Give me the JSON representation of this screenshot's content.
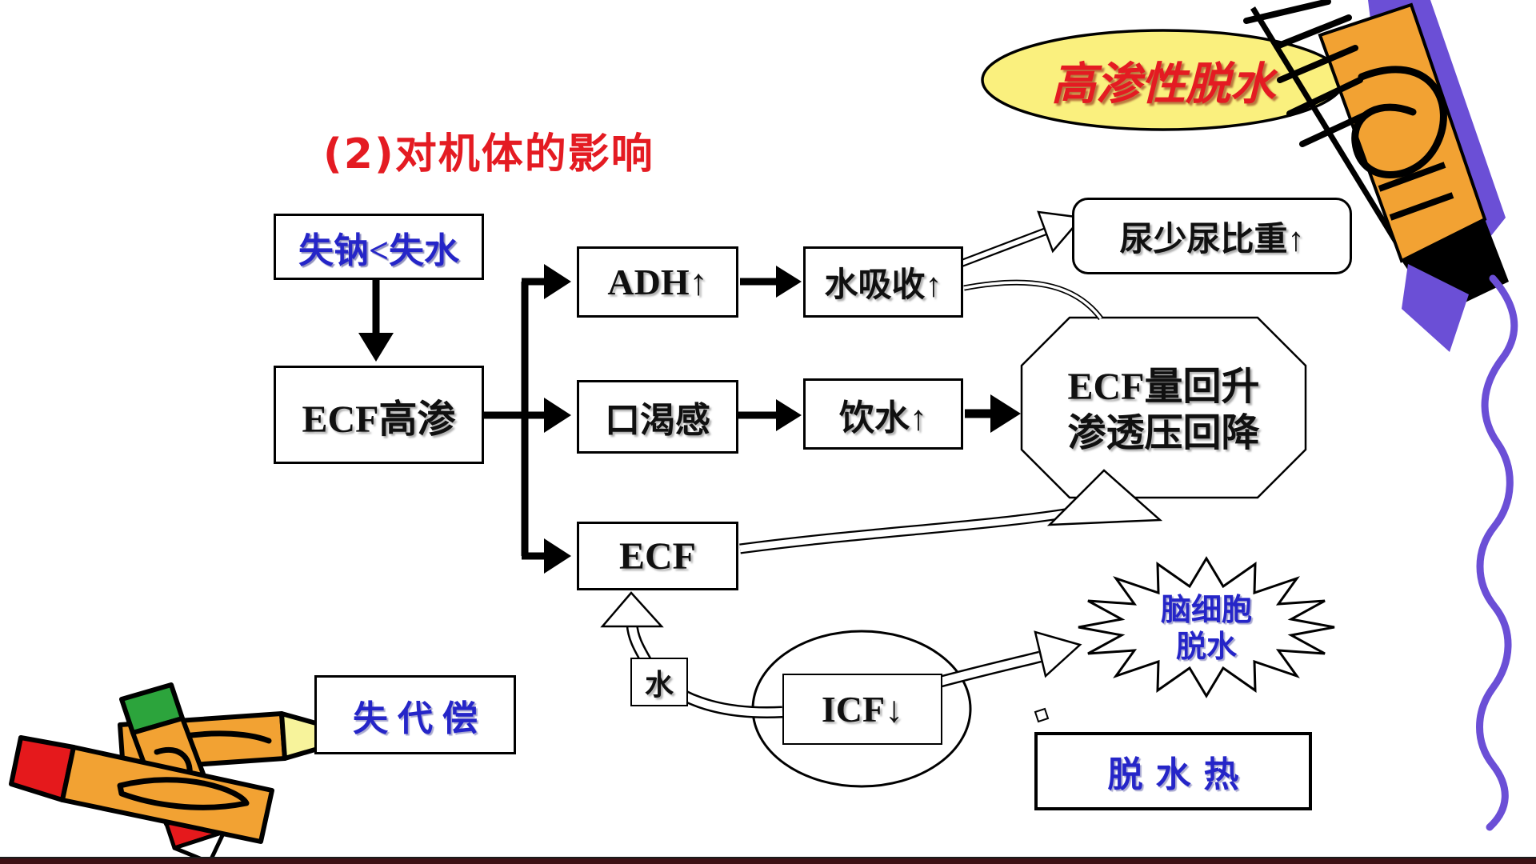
{
  "slide": {
    "badge": "高渗性脱水",
    "title": "(2)对机体的影响",
    "nodes": {
      "loss": "失钠<失水",
      "ecf_hyper": "ECF高渗",
      "adh": "ADH↑",
      "water_abs": "水吸收↑",
      "urine": "尿少尿比重↑",
      "thirst": "口渴感",
      "drink": "饮水↑",
      "recover_line1": "ECF量回升",
      "recover_line2": "渗透压回降",
      "ecf": "ECF",
      "water": "水",
      "icf": "ICF↓",
      "brain_line1": "脑细胞",
      "brain_line2": "脱水",
      "decompensation": "失代偿",
      "fever": "脱水热"
    },
    "colors": {
      "red": "#e41b22",
      "blue": "#2525c8",
      "badge_yellow": "#FAF07E",
      "pencil_orange": "#F2A233",
      "purple": "#6B4FD6",
      "crayon_green": "#2CA43C",
      "crayon_red": "#E5191C",
      "crayon_pale_yellow": "#F7F39B"
    }
  }
}
